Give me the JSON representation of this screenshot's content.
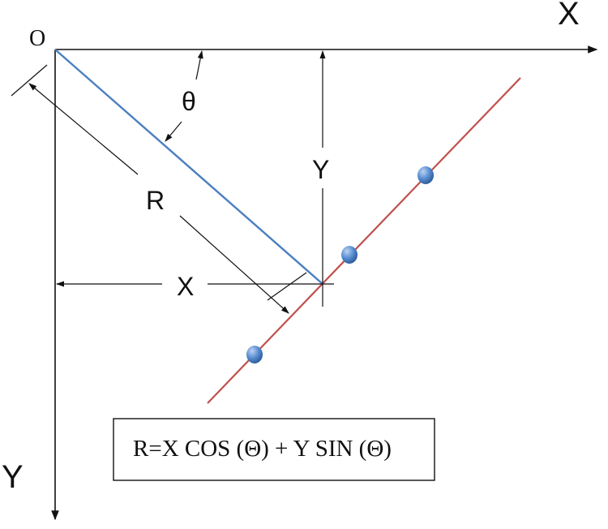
{
  "labels": {
    "origin": "O",
    "x_axis": "X",
    "y_axis": "Y",
    "theta": "θ",
    "r": "R",
    "x_dim": "X",
    "y_dim": "Y"
  },
  "formula": "R=X COS (Θ) + Y SIN (Θ)",
  "colors": {
    "normal_line": "#4a7fc1",
    "fit_line": "#c0504d",
    "points": "#4f81bd",
    "ink": "#111111"
  },
  "point_count": 3
}
